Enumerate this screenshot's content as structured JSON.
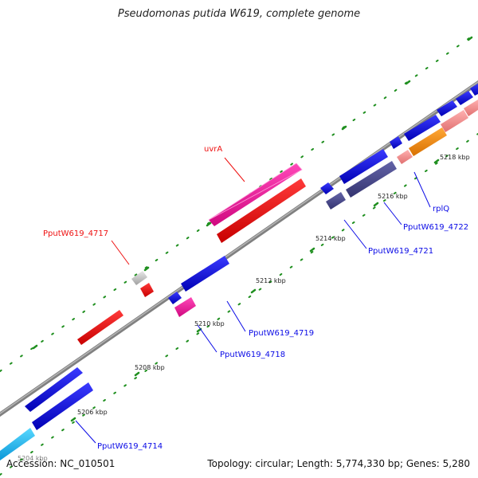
{
  "title": "Pseudomonas putida W619, complete genome",
  "footer": {
    "accession": "Accession: NC_010501",
    "summary": "Topology: circular; Length: 5,774,330 bp; Genes: 5,280"
  },
  "ticks": {
    "t5204": "5204 kbp",
    "t5206": "5206 kbp",
    "t5208": "5208 kbp",
    "t5210": "5210 kbp",
    "t5212": "5212 kbp",
    "t5214": "5214 kbp",
    "t5216": "5216 kbp",
    "t5218": "5218 kbp"
  },
  "labels": {
    "uvrA": "uvrA",
    "pput4717": "PputW619_4717",
    "pput4714": "PputW619_4714",
    "pput4718": "PputW619_4718",
    "pput4719": "PputW619_4719",
    "pput4721": "PputW619_4721",
    "pput4722": "PputW619_4722",
    "rplQ": "rplQ"
  },
  "colors": {
    "blue": "#0a0ae6",
    "red": "#ee1111",
    "pink": "#ee1aa0",
    "navy": "#4a4a8e",
    "orange": "#f08c10",
    "salmon": "#f09090",
    "cyan": "#17b8f0",
    "gray": "#c0c0c0",
    "backbone": "#888888",
    "tick": "#1f8f1f"
  }
}
